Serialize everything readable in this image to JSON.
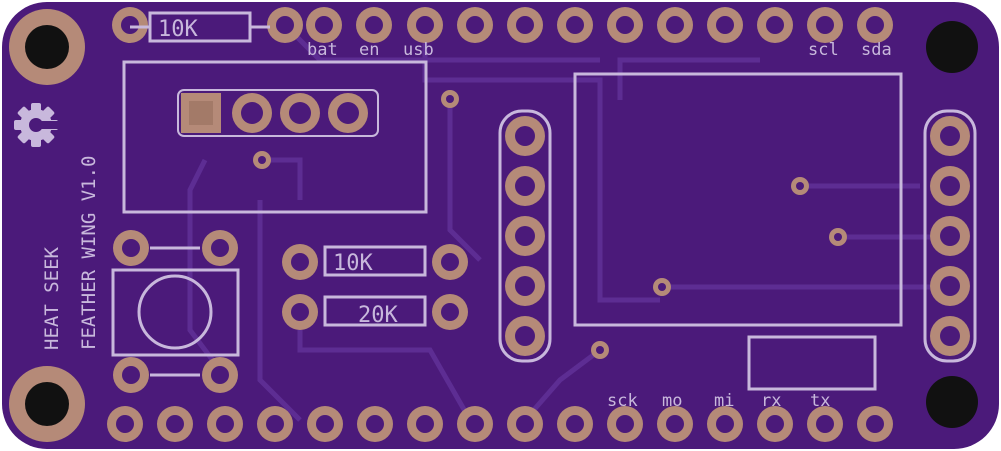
{
  "colors": {
    "board": "#4b1a7a",
    "trace": "#5a2a8f",
    "silk": "#c8b8dc",
    "pad": "#b58a78",
    "hole": "#1a1a1a"
  },
  "resistors": {
    "top": "10K",
    "mid": "10K",
    "bottom": "20K"
  },
  "header_top_labels": [
    "bat",
    "en",
    "usb",
    "scl",
    "sda"
  ],
  "header_bottom_labels": [
    "sck",
    "mo",
    "mi",
    "rx",
    "tx"
  ],
  "board_text": {
    "line1": "HEAT SEEK",
    "line2": "FEATHER WING V1.0"
  },
  "icons": {
    "logo": "gear-logo-icon",
    "button": "tactile-switch-icon"
  }
}
